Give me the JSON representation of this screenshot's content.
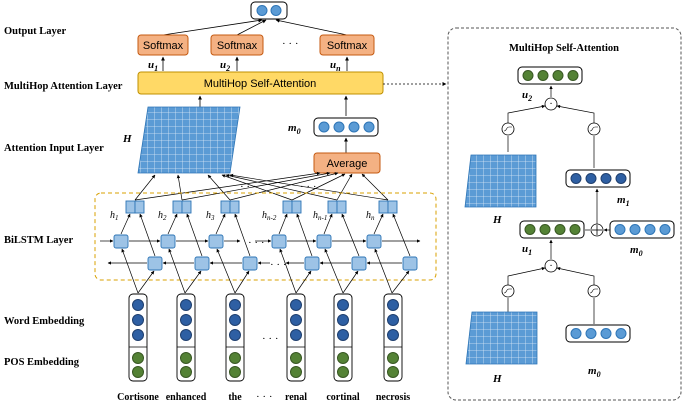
{
  "layers": {
    "output": "Output Layer",
    "multihop": "MultiHop Attention  Layer",
    "attention_input": "Attention Input Layer",
    "bilstm": "BiLSTM Layer",
    "word_embedding": "Word Embedding",
    "pos_embedding": "POS Embedding"
  },
  "softmax_label": "Softmax",
  "u_labels": [
    "u",
    "u",
    "u"
  ],
  "u_subs": [
    "1",
    "2",
    "n"
  ],
  "multihop_label": "MultiHop Self-Attention",
  "average_label": "Average",
  "H_label": "H",
  "m0_base": "m",
  "m0_sub": "0",
  "h_labels": [
    {
      "base": "h",
      "sub": "1"
    },
    {
      "base": "h",
      "sub": "2"
    },
    {
      "base": "h",
      "sub": "3"
    },
    {
      "base": "h",
      "sub": "n-2"
    },
    {
      "base": "h",
      "sub": "n-1"
    },
    {
      "base": "h",
      "sub": "n"
    }
  ],
  "words": [
    "Cortisone",
    "enhanced",
    "the",
    "renal",
    "cortinal",
    "necrosis"
  ],
  "ellipsis": "· · ·",
  "panel": {
    "title": "MultiHop Self-Attention",
    "u2_base": "u",
    "u2_sub": "2",
    "u1_base": "u",
    "u1_sub": "1",
    "m1_base": "m",
    "m1_sub": "1",
    "m0_base": "m",
    "m0_sub": "0",
    "H_label": "H",
    "dot_symbol": "·"
  },
  "colors": {
    "softmax_fill": "#f4b183",
    "multihop_fill": "#ffd966",
    "cell_fill": "#9dc3e6",
    "cell_stroke": "#2e75b6",
    "blue_dot": "#2e5fa3",
    "green_dot": "#548235",
    "light_blue_dot": "#5b9bd5",
    "matrix_fill": "#5b9bd5"
  }
}
